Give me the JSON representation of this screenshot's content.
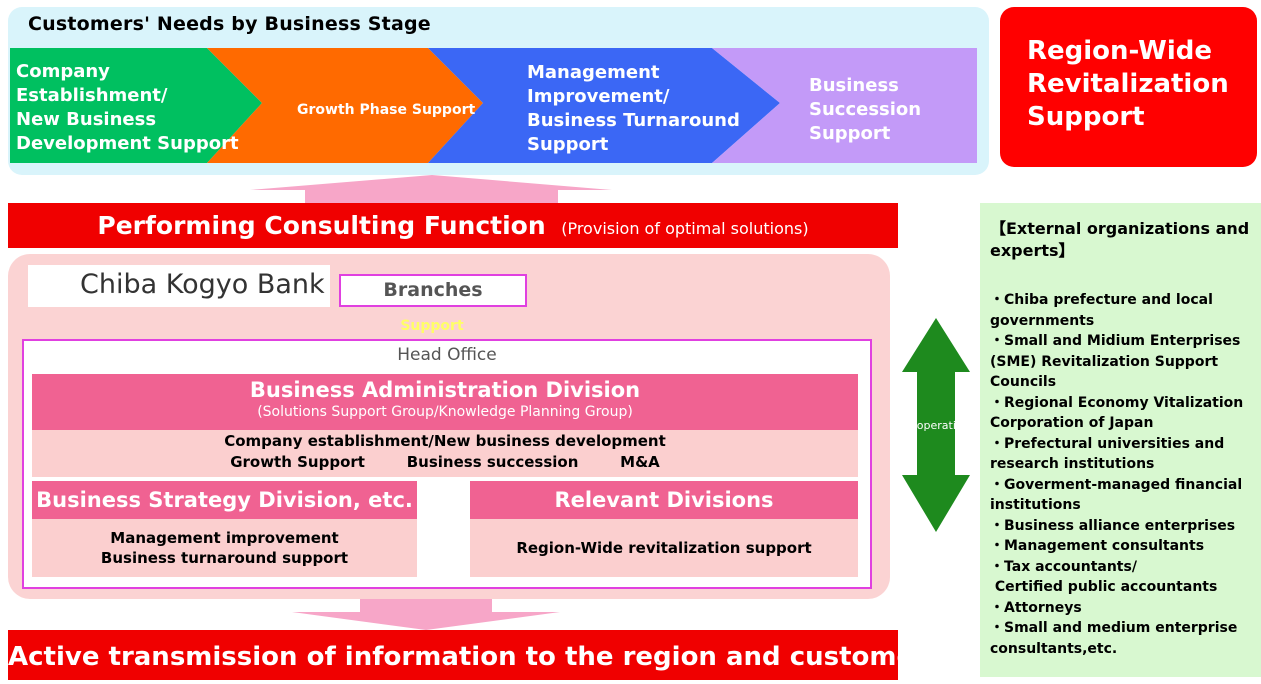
{
  "top": {
    "title": "Customers' Needs by Business Stage",
    "stages": [
      {
        "lines": [
          "Company",
          "Establishment/",
          "New Business",
          "Development Support"
        ],
        "color": "#00c060"
      },
      {
        "lines": [
          "Growth Phase Support"
        ],
        "color": "#ff6a00"
      },
      {
        "lines": [
          "Management",
          "Improvement/",
          "Business Turnaround",
          "Support"
        ],
        "color": "#3b67f5"
      },
      {
        "lines": [
          "Business",
          "Succession",
          "Support"
        ],
        "color": "#c39af8"
      }
    ]
  },
  "region_wide": {
    "lines": [
      "Region-Wide",
      "Revitalization",
      "Support"
    ]
  },
  "consulting": {
    "main": "Performing Consulting Function",
    "sub": "(Provision of optimal solutions)"
  },
  "bank": {
    "logo_text": "Chiba Kogyo Bank",
    "branches": "Branches",
    "support": "Support",
    "head_office": "Head Office",
    "business_admin": {
      "title": "Business Administration Division",
      "subtitle": "(Solutions Support Group/Knowledge Planning Group)",
      "line1": "Company establishment/New business development",
      "line2": "Growth Support        Business succession        M&A"
    },
    "business_strategy": {
      "title": "Business Strategy Division, etc.",
      "line1": "Management improvement",
      "line2": "Business turnaround support"
    },
    "relevant": {
      "title": "Relevant Divisions",
      "line1": "Region-Wide revitalization support"
    }
  },
  "bottom": {
    "text": "Active transmission of information to the region and customers"
  },
  "cooperation": "Cooperation",
  "external": {
    "title": "【External organizations and experts】",
    "items": [
      "・Chiba prefecture and local",
      "governments",
      "・Small and Midium Enterprises",
      "(SME) Revitalization Support",
      "Councils",
      "・Regional Economy Vitalization",
      "Corporation of Japan",
      "・Prefectural universities and",
      "research institutions",
      "・Goverment-managed financial",
      "institutions",
      "・Business alliance enterprises",
      "・Management consultants",
      "・Tax accountants/",
      " Certified public accountants",
      "・Attorneys",
      "・Small and medium enterprise",
      "consultants,etc."
    ]
  },
  "colors": {
    "red": "#f00000",
    "pink": "#f06292",
    "light_pink": "#fbd3d3",
    "green_arrow": "#1e8a1e"
  }
}
